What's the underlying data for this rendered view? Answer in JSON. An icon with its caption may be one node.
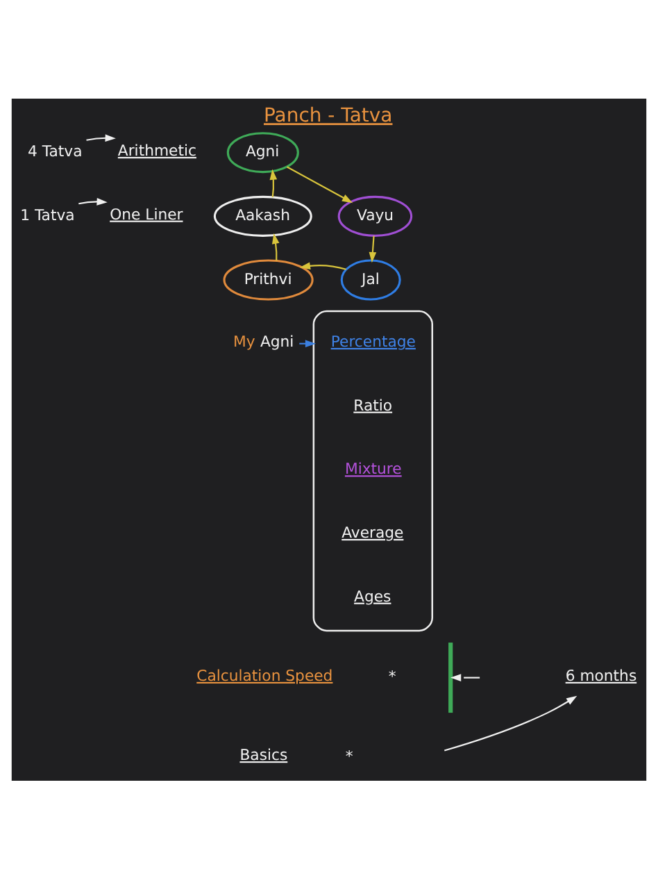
{
  "diagram": {
    "title": "Panch - Tatva",
    "nodes": [
      {
        "text": [
          "4 Tatva"
        ]
      },
      {
        "text": [
          "Arithmetic"
        ]
      },
      {
        "text": [
          "Agni"
        ]
      },
      {
        "text": [
          "1 Tatva"
        ]
      },
      {
        "text": [
          "One Liner"
        ]
      },
      {
        "text": [
          "Aakash"
        ]
      },
      {
        "text": [
          "Vayu"
        ]
      },
      {
        "text": [
          "Prithvi"
        ]
      },
      {
        "text": [
          "Jal"
        ]
      },
      {
        "text": [
          "My Agni"
        ]
      },
      {
        "text": [],
        "shape": "bracket"
      },
      {
        "text": [
          "Percentage"
        ],
        "in": 10
      },
      {
        "text": [
          "Ratio"
        ],
        "in": 10
      },
      {
        "text": [
          "Mixture"
        ],
        "in": 10
      },
      {
        "text": [
          "Average"
        ],
        "in": 10
      },
      {
        "text": [
          "Ages"
        ],
        "in": 10
      },
      {
        "text": [
          "Calculation Speed"
        ],
        "beside": [
          "*"
        ]
      },
      {
        "text": [],
        "shape": "bar"
      },
      {
        "text": [
          "6 months"
        ]
      },
      {
        "text": [
          "Basics"
        ],
        "beside": [
          "*"
        ]
      }
    ],
    "edges": [
      {
        "from": 0,
        "to": 1,
        "arrow": "to",
        "color": "#f0f0f0"
      },
      {
        "from": 3,
        "to": 4,
        "arrow": "to",
        "color": "#f0f0f0"
      },
      {
        "from": 5,
        "to": 2,
        "arrow": "to"
      },
      {
        "from": 2,
        "to": 6,
        "arrow": "to"
      },
      {
        "from": 6,
        "to": 8,
        "arrow": "to"
      },
      {
        "from": 8,
        "to": 7,
        "arrow": "to"
      },
      {
        "from": 7,
        "to": 5,
        "arrow": "to"
      },
      {
        "from": 9,
        "to": 10,
        "arrow": "to",
        "color": "#3b7fe0"
      },
      {
        "from": null,
        "to": 17,
        "arrow": "to",
        "color": "#f0f0f0"
      },
      {
        "from": null,
        "to": 18,
        "arrow": "to",
        "color": "#f0f0f0"
      }
    ]
  }
}
